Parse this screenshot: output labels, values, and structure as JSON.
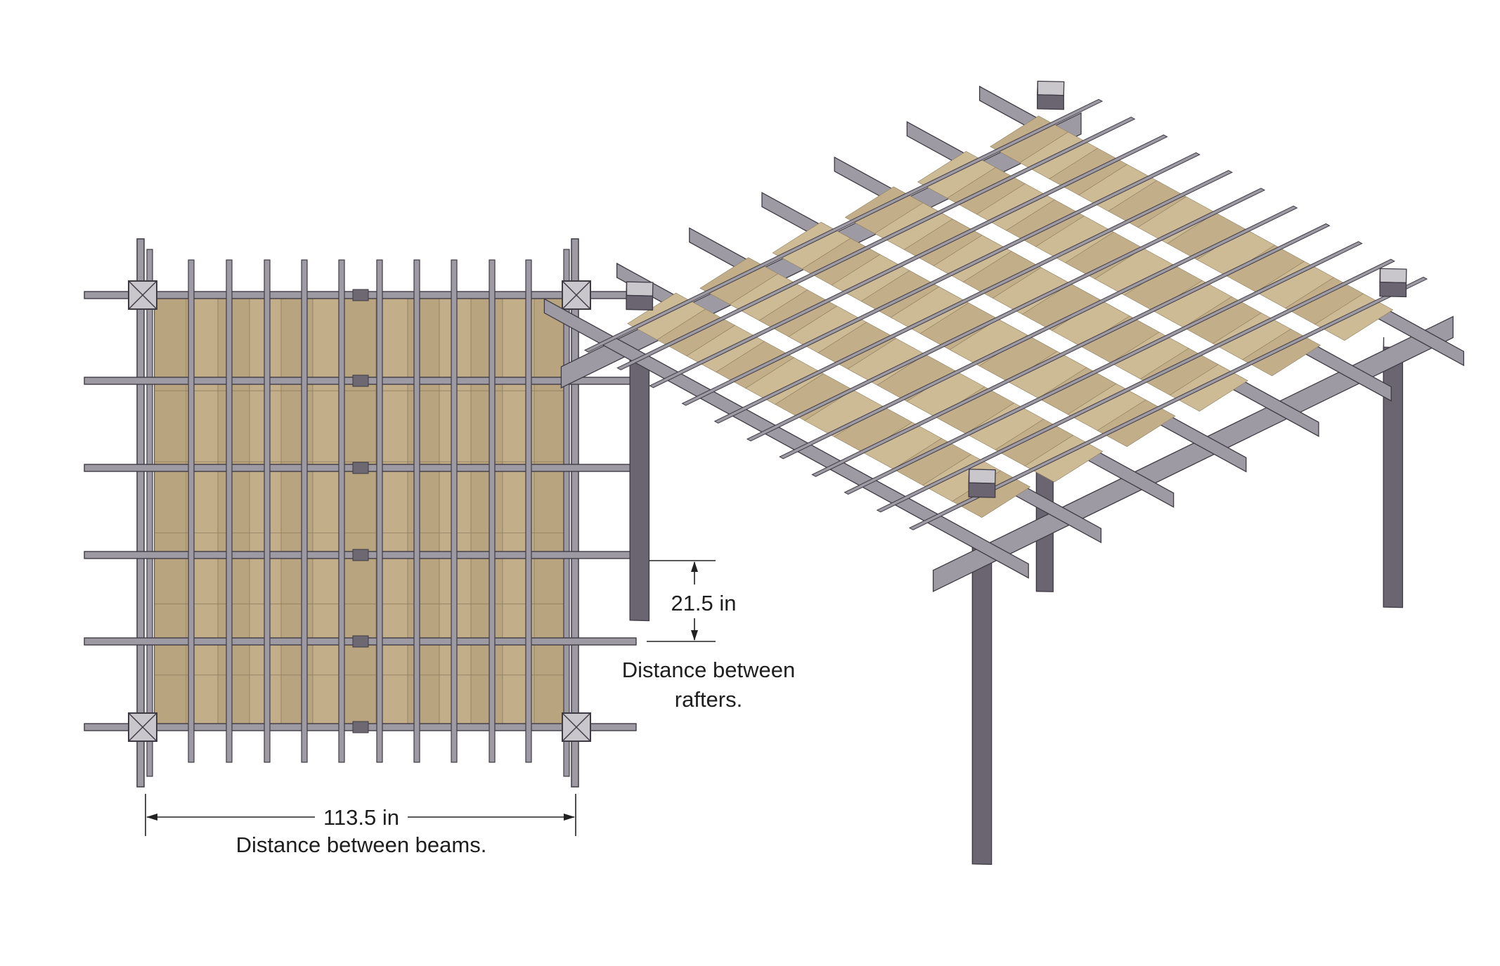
{
  "dimensions": {
    "rafter_spacing": {
      "value": "21.5 in",
      "caption_line1": "Distance between",
      "caption_line2": "rafters."
    },
    "beam_spacing": {
      "value": "113.5 in",
      "caption": "Distance between beams."
    }
  },
  "colors": {
    "canopy_a": "#b8a47e",
    "canopy_b": "#c2af8a",
    "canopy_light": "#cdbb95",
    "frame": "#9e9aa3",
    "frame_dark": "#6d6872",
    "frame_outline": "#3f3b44",
    "post": "#8f8a95",
    "post_dark": "#6a6570",
    "cap": "#c9c6cc"
  }
}
